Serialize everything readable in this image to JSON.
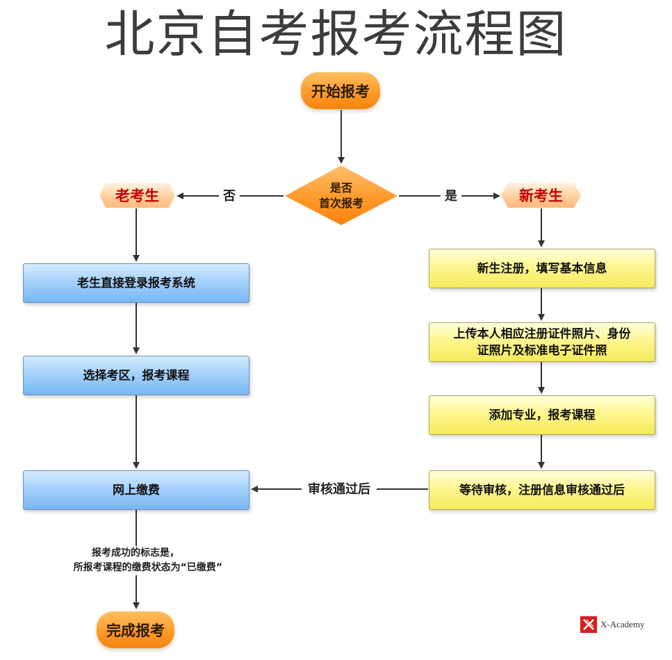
{
  "title": "北京自考报考流程图",
  "start": "开始报考",
  "decision": {
    "line1": "是否",
    "line2": "首次报考"
  },
  "branch": {
    "no": "否",
    "yes": "是",
    "after_review": "审核通过后"
  },
  "old_student": {
    "label": "老考生",
    "steps": [
      "老生直接登录报考系统",
      "选择考区，报考课程",
      "网上缴费"
    ]
  },
  "new_student": {
    "label": "新考生",
    "steps": [
      "新生注册，填写基本信息",
      {
        "line1": "上传本人相应注册证件照片、身份",
        "line2": "证照片及标准电子证件照"
      },
      "添加专业，报考课程",
      "等待审核，注册信息审核通过后"
    ]
  },
  "success_note": {
    "line1": "报考成功的标志是，",
    "line2": "所报考课程的缴费状态为“已缴费”"
  },
  "end": "完成报考",
  "logo": {
    "text": "X-Academy",
    "icon": "x-academy-logo-icon"
  },
  "colors": {
    "pill_orange": "#ff9b29",
    "old_box_blue": "#a6d2fb",
    "new_box_yellow": "#fdf690",
    "hex_label_red": "#c40000"
  }
}
